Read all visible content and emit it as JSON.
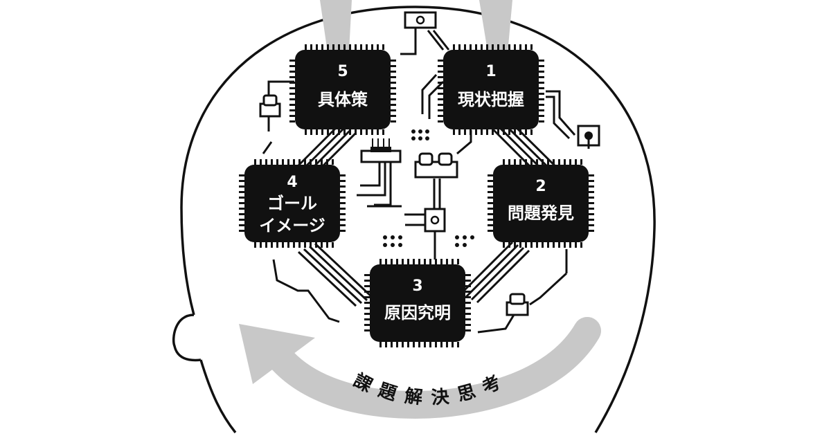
{
  "diagram": {
    "cycle_label": [
      "課",
      "題",
      "解",
      "決",
      "思",
      "考"
    ],
    "chips": [
      {
        "id": "chip-1",
        "number": "1",
        "lines": [
          "現状把握"
        ]
      },
      {
        "id": "chip-2",
        "number": "2",
        "lines": [
          "問題発見"
        ]
      },
      {
        "id": "chip-3",
        "number": "3",
        "lines": [
          "原因究明"
        ]
      },
      {
        "id": "chip-4",
        "number": "4",
        "lines": [
          "ゴール",
          "イメージ"
        ]
      },
      {
        "id": "chip-5",
        "number": "5",
        "lines": [
          "具体策"
        ]
      }
    ],
    "colors": {
      "chip": "#111111",
      "chip_text": "#ffffff",
      "arrow": "#c8c8c8",
      "outline": "#111111",
      "background": "#ffffff"
    }
  }
}
